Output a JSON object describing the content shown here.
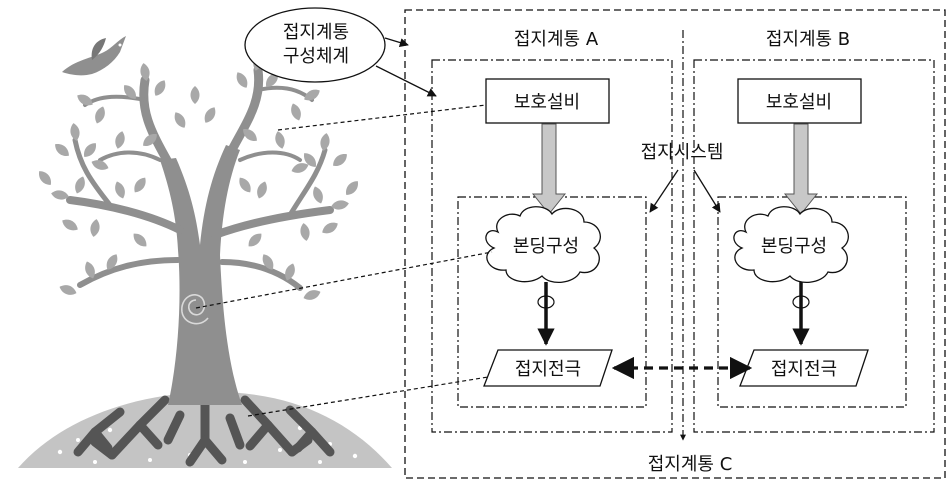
{
  "colors": {
    "ink": "#111111",
    "tree": "#8f8f8f",
    "leaf": "#a8a8a8",
    "ground": "#c4c4c4",
    "roots": "#555555",
    "arrow_fill": "#c8c8c8"
  },
  "bubble": {
    "line1": "접지계통",
    "line2": "구성체계"
  },
  "systems": {
    "a": "접지계통 A",
    "b": "접지계통 B",
    "c": "접지계통 C"
  },
  "protection_a": "보호설비",
  "protection_b": "보호설비",
  "grounding_system": "접지시스템",
  "bonding_a": "본딩구성",
  "bonding_b": "본딩구성",
  "electrode_a": "접지전극",
  "electrode_b": "접지전극",
  "icons": [
    "bird-icon",
    "tree-icon",
    "ground-mound-icon",
    "roots-icon",
    "swirl-icon"
  ]
}
